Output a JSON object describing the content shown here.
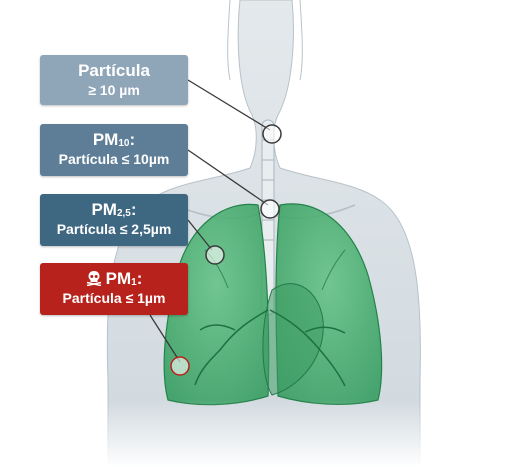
{
  "colors": {
    "coarse": "#8fa5b8",
    "pm10": "#5e7e97",
    "pm25": "#3e6782",
    "pm1": "#b7231c",
    "lungs": "#3fae6a",
    "body": "#c9d3d9"
  },
  "labels": [
    {
      "id": "coarse",
      "title": "Partícula",
      "subtitle": "≥ 10 µm"
    },
    {
      "id": "pm10",
      "title_main": "PM",
      "title_sub": "10",
      "title_suffix": ":",
      "subtitle": "Partícula ≤ 10µm"
    },
    {
      "id": "pm25",
      "title_main": "PM",
      "title_sub": "2,5",
      "title_suffix": ":",
      "subtitle": "Partícula ≤ 2,5µm"
    },
    {
      "id": "pm1",
      "title_main": "PM",
      "title_sub": "1",
      "title_suffix": ":",
      "subtitle": "Partícula ≤ 1µm",
      "icon": "skull-icon"
    }
  ]
}
